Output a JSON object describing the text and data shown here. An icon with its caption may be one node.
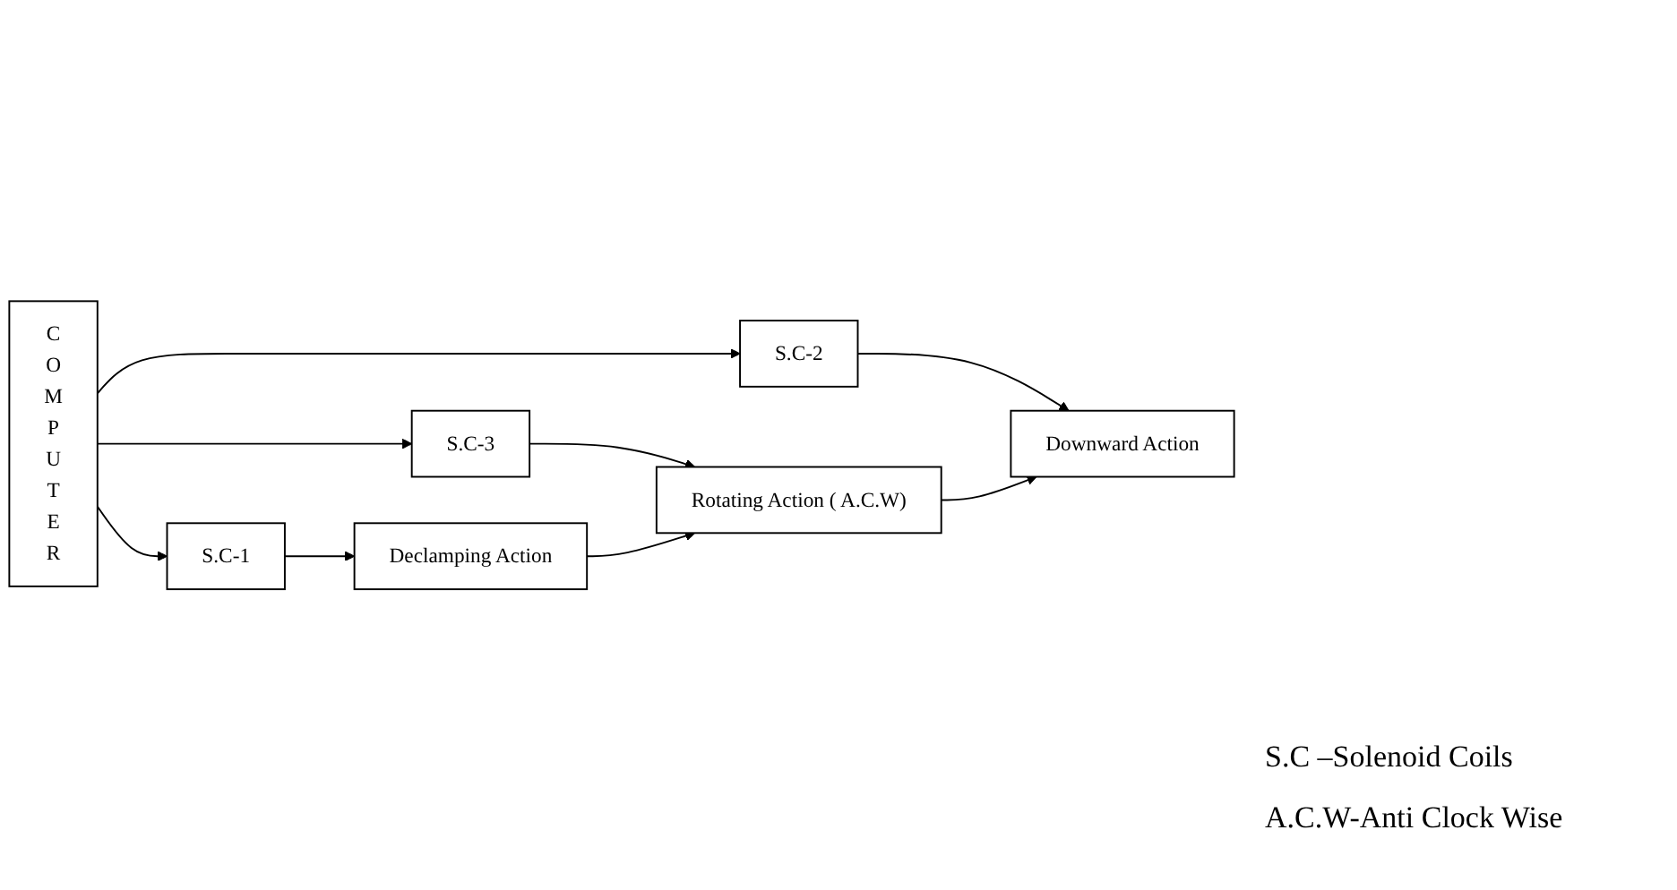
{
  "diagram": {
    "nodes": [
      {
        "text": [
          "C O M P U T E R"
        ]
      },
      {
        "text": [
          "S.C-1"
        ]
      },
      {
        "text": [
          "S.C-3"
        ]
      },
      {
        "text": [
          "S.C-2"
        ]
      },
      {
        "text": [
          "Declamping Action"
        ]
      },
      {
        "text": [
          "Rotating Action ( A.C.W)"
        ]
      },
      {
        "text": [
          "Downward Action"
        ]
      }
    ],
    "edges": [
      {
        "from": 0,
        "to": 1,
        "arrow": "to"
      },
      {
        "from": 0,
        "to": 2,
        "arrow": "to"
      },
      {
        "from": 0,
        "to": 3,
        "arrow": "to"
      },
      {
        "from": 1,
        "to": 4,
        "arrow": "to"
      },
      {
        "from": 2,
        "to": 5,
        "arrow": "to"
      },
      {
        "from": 3,
        "to": 6,
        "arrow": "to"
      },
      {
        "from": 4,
        "to": 5,
        "arrow": "to"
      },
      {
        "from": 5,
        "to": 6,
        "arrow": "to"
      }
    ],
    "labels": [
      "S.C –Solenoid Coils",
      "A.C.W-Anti Clock Wise"
    ]
  }
}
